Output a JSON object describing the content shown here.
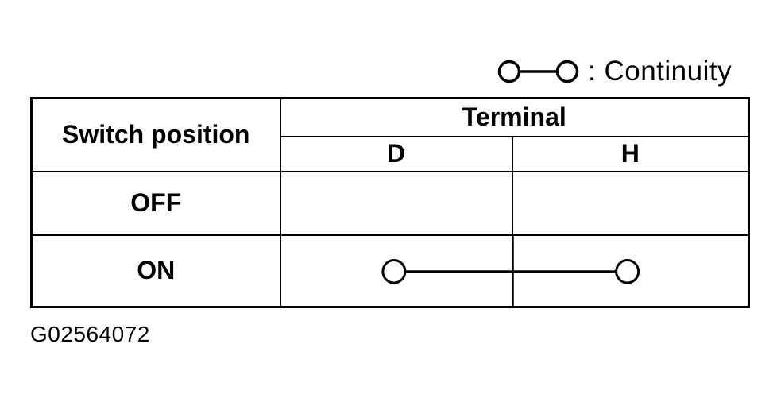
{
  "figure": {
    "paper_color": "#ffffff",
    "ink_color": "#000000"
  },
  "legend": {
    "icon": "continuity-symbol",
    "label": ": Continuity"
  },
  "table": {
    "switch_position_header": "Switch position",
    "terminal_header": "Terminal",
    "terminal_columns": [
      "D",
      "H"
    ],
    "rows": [
      {
        "position": "OFF",
        "continuity_between": []
      },
      {
        "position": "ON",
        "continuity_between": [
          "D",
          "H"
        ]
      }
    ]
  },
  "figure_id": "G02564072"
}
